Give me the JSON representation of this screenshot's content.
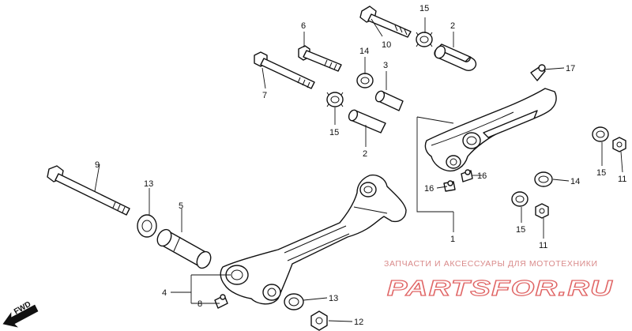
{
  "callouts": {
    "c1": "1",
    "c2a": "2",
    "c2b": "2",
    "c3": "3",
    "c4": "4",
    "c5": "5",
    "c6": "6",
    "c7": "7",
    "c8": "8",
    "c9": "9",
    "c10": "10",
    "c11a": "11",
    "c11b": "11",
    "c12": "12",
    "c13a": "13",
    "c13b": "13",
    "c14a": "14",
    "c14b": "14",
    "c15a": "15",
    "c15b": "15",
    "c15c": "15",
    "c15d": "15",
    "c16a": "16",
    "c16b": "16",
    "c17": "17"
  },
  "direction": {
    "label": "FWD"
  },
  "watermark": {
    "tagline": "ЗАПЧАСТИ И АКСЕССУАРЫ ДЛЯ МОТОТЕХНИКИ",
    "brand": "PARTSFOR.RU"
  },
  "colors": {
    "ink": "#111111",
    "watermark": "#e06666"
  }
}
